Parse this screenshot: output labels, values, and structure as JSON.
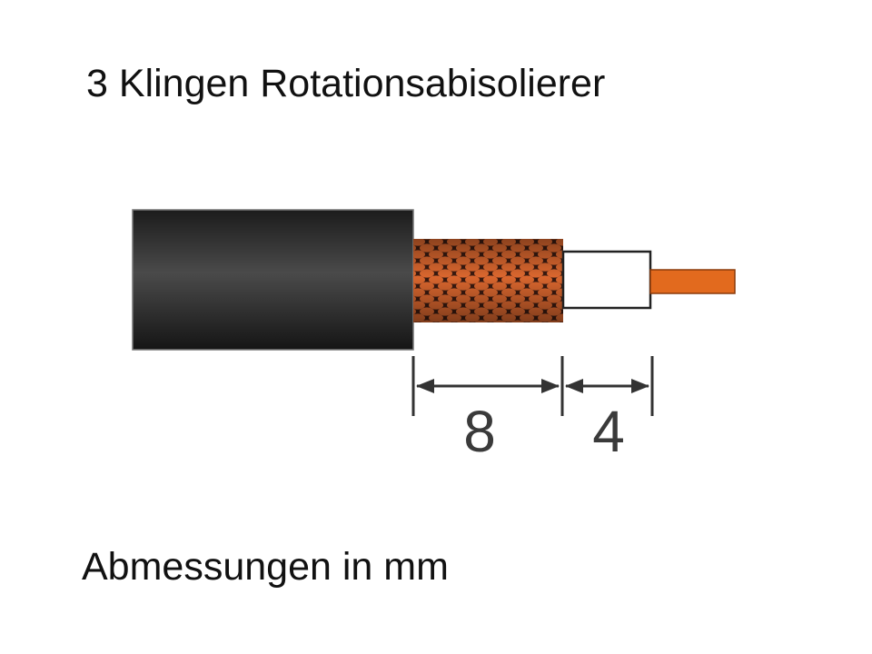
{
  "title": "3 Klingen Rotationsabisolierer",
  "footer": "Abmessungen in mm",
  "dimensions": {
    "shield_length": "8",
    "insulation_length": "4"
  },
  "colors": {
    "jacket": "#2a2a2a",
    "braid": "#c8562a",
    "braid_mesh": "#3a1a10",
    "dielectric": "#ffffff",
    "conductor": "#e26a1e",
    "dimension_lines": "#333333"
  },
  "icons": {
    "cable": "coax-cable-stripped-icon"
  }
}
